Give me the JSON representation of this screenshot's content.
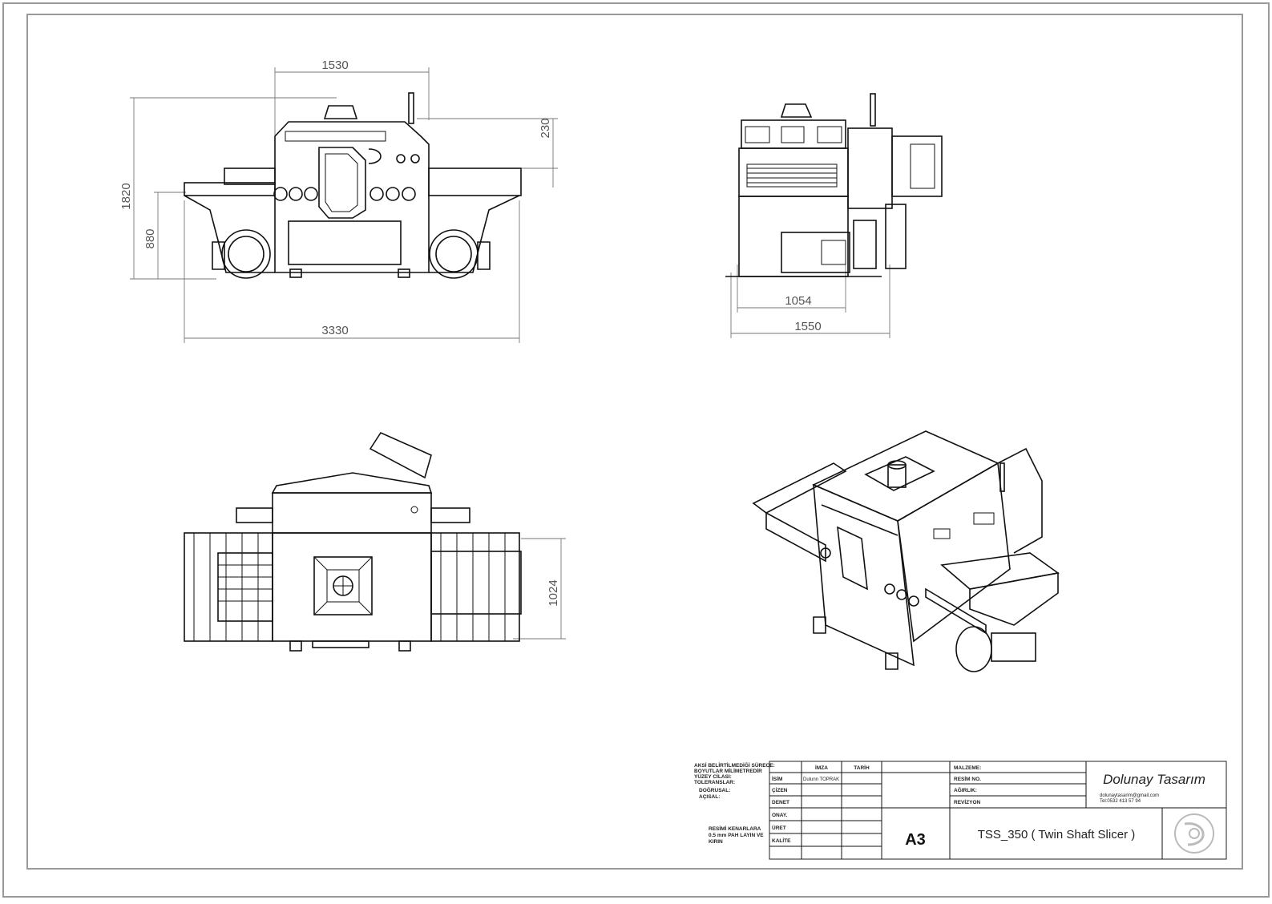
{
  "dimensions": {
    "front_width_top": "1530",
    "front_height_total": "1820",
    "front_height_table": "880",
    "front_top_offset": "230",
    "front_width_total": "3330",
    "side_width_inner": "1054",
    "side_width_total": "1550",
    "top_depth": "1024"
  },
  "title_block": {
    "notes": {
      "line1": "AKSİ BELİRTİLMEDİĞİ SÜRECE:",
      "line2": "BOYUTLAR MİLİMETREDİR",
      "line3": "YÜZEY CİLASI:",
      "line4": "TOLERANSLAR:",
      "line5": "DOĞRUSAL:",
      "line6": "AÇISAL:",
      "edge1": "RESİMİ KENARLARA",
      "edge2": "0.5 mm PAH LAYIN VE",
      "edge3": "KIRIN"
    },
    "headers": {
      "imza": "İMZA",
      "tarih": "TARİH"
    },
    "roles": {
      "isim": "İSİM",
      "cizen": "ÇİZEN",
      "denet": "DENET",
      "onay": "ONAY.",
      "uret": "ÜRET",
      "kalite": "KALİTE"
    },
    "drawn_by": "Dulunn TOPRAK",
    "material_label": "MALZEME:",
    "drawing_no_label": "RESİM NO.",
    "weight_label": "AĞIRLIK:",
    "revision_label": "REVİZYON",
    "sheet_size": "A3",
    "drawing_title": "TSS_350 ( Twin Shaft Slicer )",
    "company": {
      "name": "Dolunay Tasarım",
      "email": "dolunaytasarim@gmail.com",
      "phone": "Tel:0532 413 57 94"
    }
  }
}
